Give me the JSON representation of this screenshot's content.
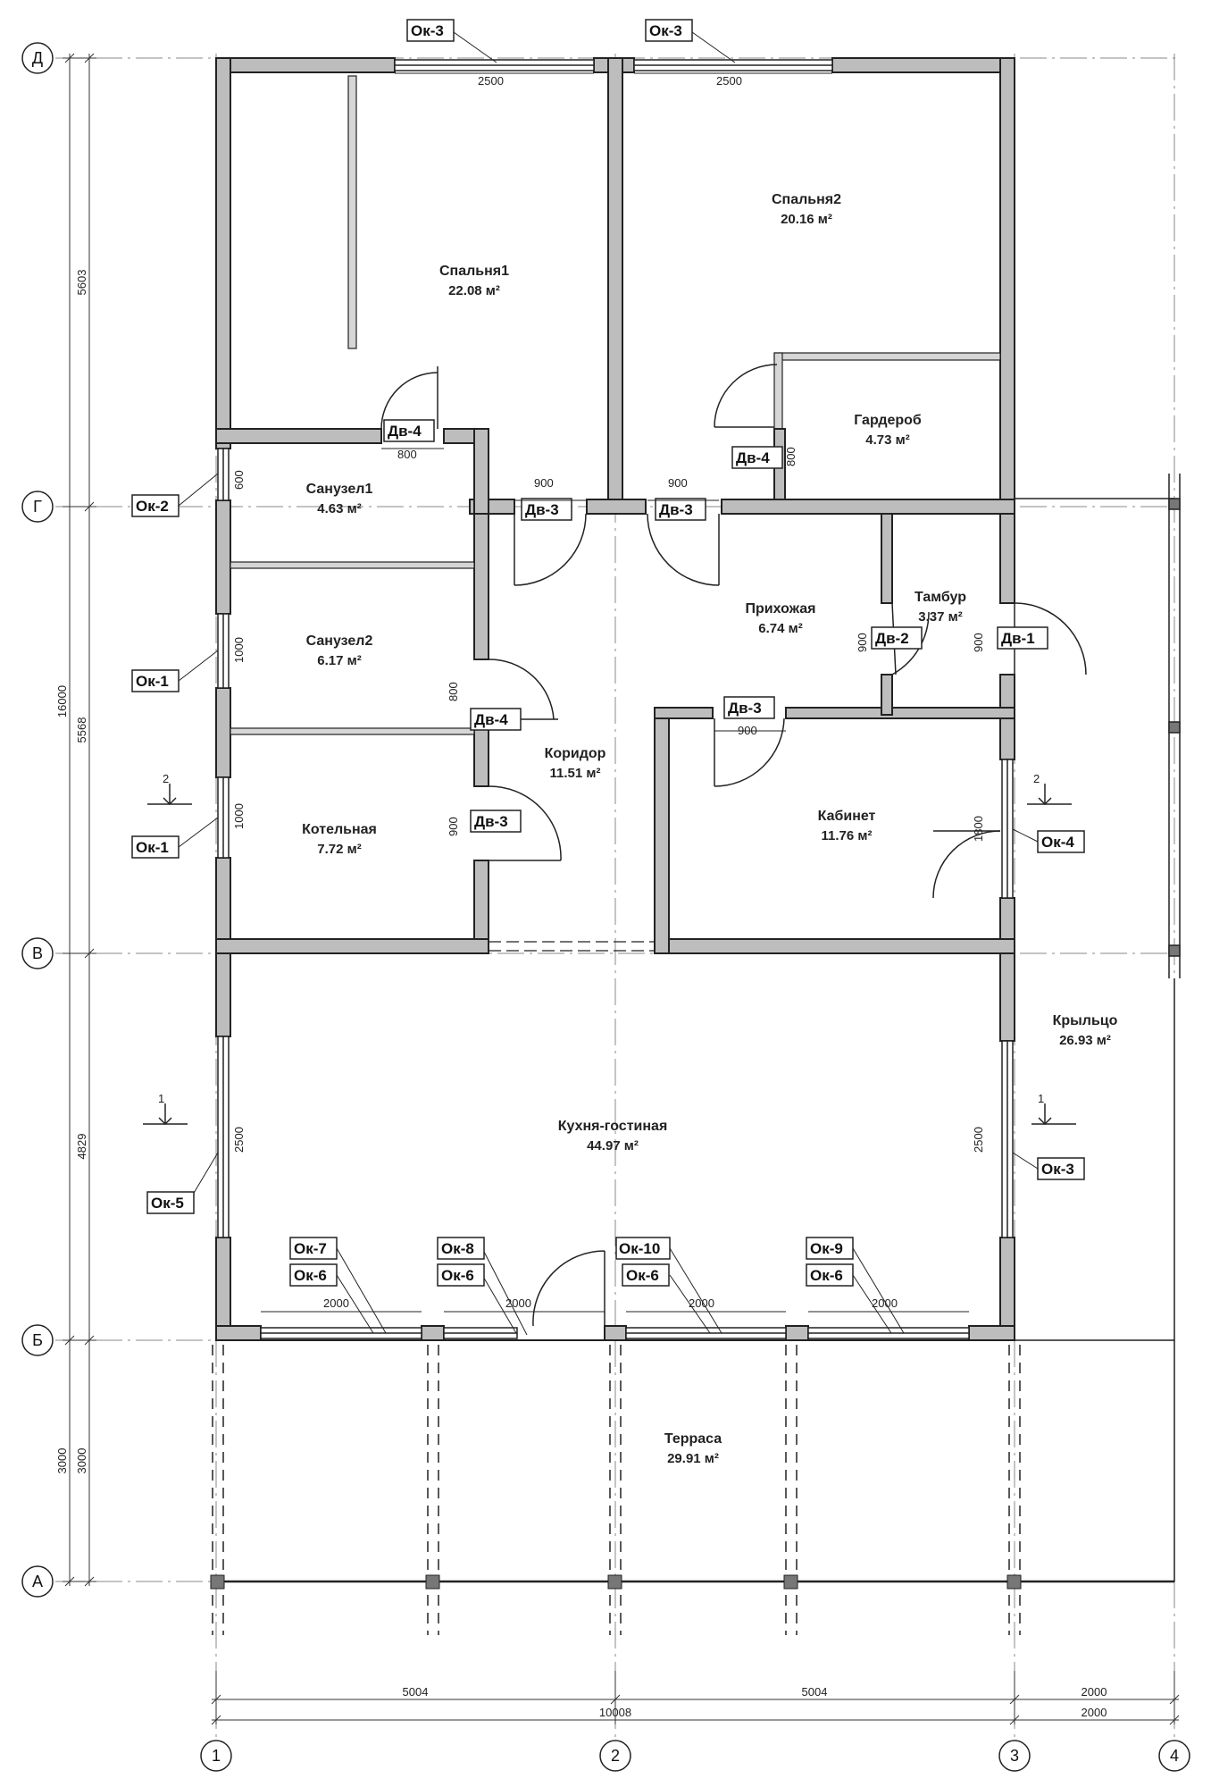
{
  "axes": {
    "rows": [
      "Д",
      "Г",
      "В",
      "Б",
      "А"
    ],
    "cols": [
      "1",
      "2",
      "3",
      "4"
    ]
  },
  "rooms": [
    {
      "name": "Спальня1",
      "area": "22.08 м²"
    },
    {
      "name": "Спальня2",
      "area": "20.16 м²"
    },
    {
      "name": "Гардероб",
      "area": "4.73 м²"
    },
    {
      "name": "Санузел1",
      "area": "4.63 м²"
    },
    {
      "name": "Санузел2",
      "area": "6.17 м²"
    },
    {
      "name": "Котельная",
      "area": "7.72 м²"
    },
    {
      "name": "Коридор",
      "area": "11.51 м²"
    },
    {
      "name": "Прихожая",
      "area": "6.74 м²"
    },
    {
      "name": "Тамбур",
      "area": "3.37 м²"
    },
    {
      "name": "Кабинет",
      "area": "11.76 м²"
    },
    {
      "name": "Крыльцо",
      "area": "26.93 м²"
    },
    {
      "name": "Кухня-гостиная",
      "area": "44.97 м²"
    },
    {
      "name": "Терраса",
      "area": "29.91 м²"
    }
  ],
  "tags": [
    "Ок-3",
    "Ок-3",
    "Ок-2",
    "Ок-1",
    "Ок-1",
    "Ок-4",
    "Ок-3",
    "Ок-5",
    "Ок-7",
    "Ок-6",
    "Ок-8",
    "Ок-6",
    "Ок-10",
    "Ок-6",
    "Ок-9",
    "Ок-6",
    "Дв-4",
    "Дв-4",
    "Дв-3",
    "Дв-3",
    "Дв-2",
    "Дв-1",
    "Дв-4",
    "Дв-3",
    "Дв-3"
  ],
  "dims": {
    "opening_labels": [
      "2500",
      "2500",
      "800",
      "800",
      "900",
      "900",
      "600",
      "1000",
      "1000",
      "900",
      "800",
      "900",
      "900",
      "1800",
      "2500",
      "2500",
      "2000",
      "2000",
      "2000",
      "2000"
    ],
    "left_outer": [
      "16000"
    ],
    "left_inner": [
      "5603",
      "5568",
      "4829",
      "3000"
    ],
    "left_extra": [
      "3000"
    ],
    "bottom_1": [
      "5004",
      "5004",
      "2000"
    ],
    "bottom_2": [
      "10008",
      "2000"
    ]
  },
  "sections": [
    "2",
    "2",
    "1",
    "1"
  ],
  "colors": {
    "wall_fill": "#bdbdbd",
    "wall_stroke": "#222222",
    "axis_line": "#888888"
  }
}
